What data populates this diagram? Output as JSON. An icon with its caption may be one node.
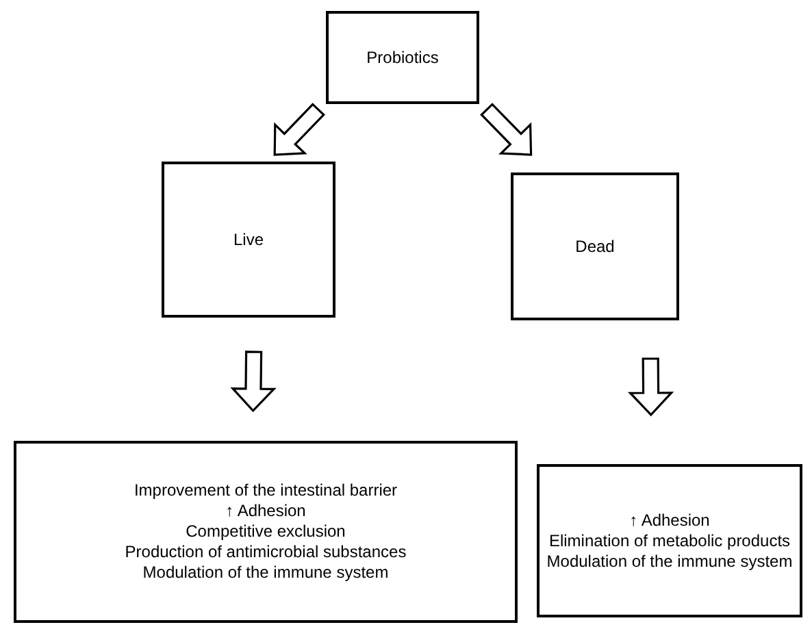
{
  "diagram": {
    "nodes": [
      {
        "text": [
          "Probiotics"
        ]
      },
      {
        "text": [
          "Live"
        ]
      },
      {
        "text": [
          "Dead"
        ]
      },
      {
        "text": [
          "Improvement of the intestinal barrier",
          "↑ Adhesion",
          "Competitive exclusion",
          "Production of antimicrobial substances",
          "Modulation of the immune system"
        ]
      },
      {
        "text": [
          "↑ Adhesion",
          "Elimination of metabolic products",
          "Modulation of the immune system"
        ]
      }
    ],
    "edges": [
      {
        "from": 0,
        "to": 1,
        "arrow": "to"
      },
      {
        "from": 0,
        "to": 2,
        "arrow": "to"
      },
      {
        "from": 1,
        "to": 3,
        "arrow": "to"
      },
      {
        "from": 2,
        "to": 4,
        "arrow": "to"
      }
    ]
  }
}
